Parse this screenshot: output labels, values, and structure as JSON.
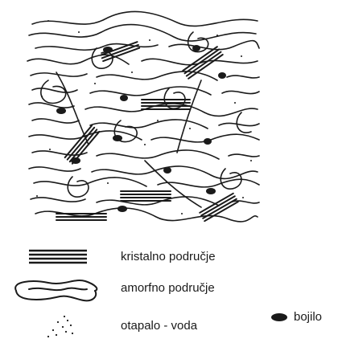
{
  "legend": {
    "crystalline": "kristalno područje",
    "amorphous": "amorfno područje",
    "solvent": "otapalo - voda",
    "dye": "bojilo"
  },
  "colors": {
    "ink": "#1a1a1a",
    "background": "#ffffff"
  }
}
